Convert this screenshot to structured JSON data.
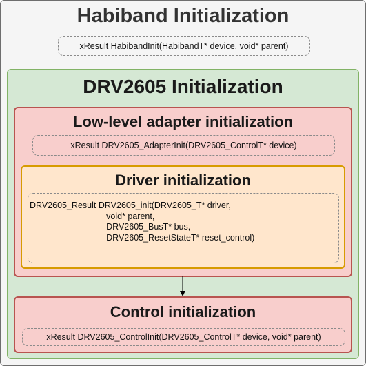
{
  "habiband": {
    "title": "Habiband Initialization",
    "signature": "xResult HabibandInit(HabibandT* device, void* parent)"
  },
  "drv2605": {
    "title": "DRV2605 Initialization",
    "adapter": {
      "title": "Low-level adapter initialization",
      "signature": "xResult DRV2605_AdapterInit(DRV2605_ControlT* device)"
    },
    "driver": {
      "title": "Driver initialization",
      "signature": "DRV2605_Result DRV2605_init(DRV2605_T* driver,\n                                void* parent,\n                                DRV2605_BusT* bus,\n                                DRV2605_ResetStateT* reset_control)"
    },
    "control": {
      "title": "Control initialization",
      "signature": "xResult DRV2605_ControlInit(DRV2605_ControlT* device, void* parent)"
    }
  },
  "colors": {
    "outer_fill": "#f5f5f5",
    "outer_stroke": "#6e6e6e",
    "green_fill": "#d5e8d4",
    "green_stroke": "#82b366",
    "red_fill": "#f8cecc",
    "red_stroke": "#b85450",
    "orange_fill": "#ffe6cc",
    "orange_stroke": "#d79b00"
  }
}
